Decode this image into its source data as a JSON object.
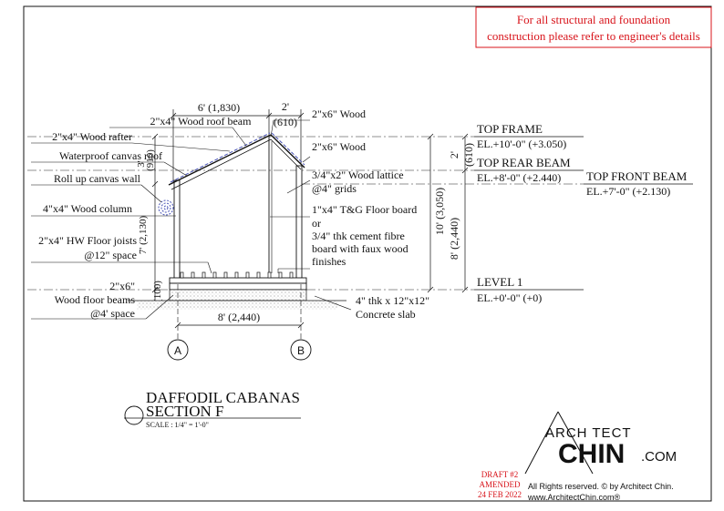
{
  "notice": {
    "line1": "For all structural and foundation",
    "line2": "construction please refer to engineer's details"
  },
  "dimensions": {
    "roof_width": "6' (1,830)",
    "overhang": "2'",
    "overhang_mm": "(610)",
    "floor_width": "8' (2,440)",
    "v_rafter": "3'",
    "v_rafter_mm": "(910)",
    "v_column": "7' (2,130)",
    "v_total": "10' (3,050)",
    "v_front": "8' (2,440)",
    "v_top": "2'",
    "v_top_mm": "(610)",
    "v_slab": "(100)"
  },
  "labels": {
    "roof_beam": "2\"x4\" Wood roof beam",
    "rafter": "2\"x4\" Wood rafter",
    "canvas_roof": "Waterproof canvas roof",
    "roll_up": "Roll up canvas wall",
    "column": "4\"x4\" Wood column",
    "floor_joists_1": "2\"x4\" HW Floor joists",
    "floor_joists_2": "@12\" space",
    "floor_beams_1": "2\"x6\"",
    "floor_beams_2": "Wood floor beams",
    "floor_beams_3": "@4' space",
    "wood_top": "2\"x6\" Wood",
    "wood_mid": "2\"x6\" Wood",
    "lattice_1": "3/4\"x2\" Wood lattice",
    "lattice_2": "@4\" grids",
    "floor_board_1": "1\"x4\" T&G Floor board",
    "floor_board_2": "or",
    "floor_board_3": "3/4\" thk cement fibre",
    "floor_board_4": "board with faux wood",
    "floor_board_5": "finishes",
    "slab_1": "4\" thk x 12\"x12\"",
    "slab_2": "Concrete slab"
  },
  "levels": {
    "top_frame": "TOP FRAME",
    "top_frame_el": "EL.+10'-0\" (+3.050)",
    "top_rear": "TOP REAR BEAM",
    "top_rear_el": "EL.+8'-0\" (+2.440)",
    "top_front": "TOP FRONT BEAM",
    "top_front_el": "EL.+7'-0\" (+2.130)",
    "level1": "LEVEL 1",
    "level1_el": "EL.+0'-0\" (+0)"
  },
  "grid": {
    "a": "A",
    "b": "B"
  },
  "title": {
    "line1": "DAFFODIL CABANAS",
    "line2": "SECTION F",
    "scale": "SCALE : 1/4\" = 1'-0\""
  },
  "logo": {
    "arch": "ARCH TECT",
    "chin": "CHIN",
    "com": ".COM"
  },
  "draft": {
    "line1": "DRAFT #2",
    "line2": "AMENDED",
    "line3": "24 FEB 2022"
  },
  "footer": {
    "rights": "All Rights reserved. © by Architect Chin.",
    "url": "www.ArchitectChin.com®"
  },
  "colors": {
    "notice_red": "#d8141b",
    "ink": "#111111",
    "blue_dash": "#4a55b8"
  }
}
